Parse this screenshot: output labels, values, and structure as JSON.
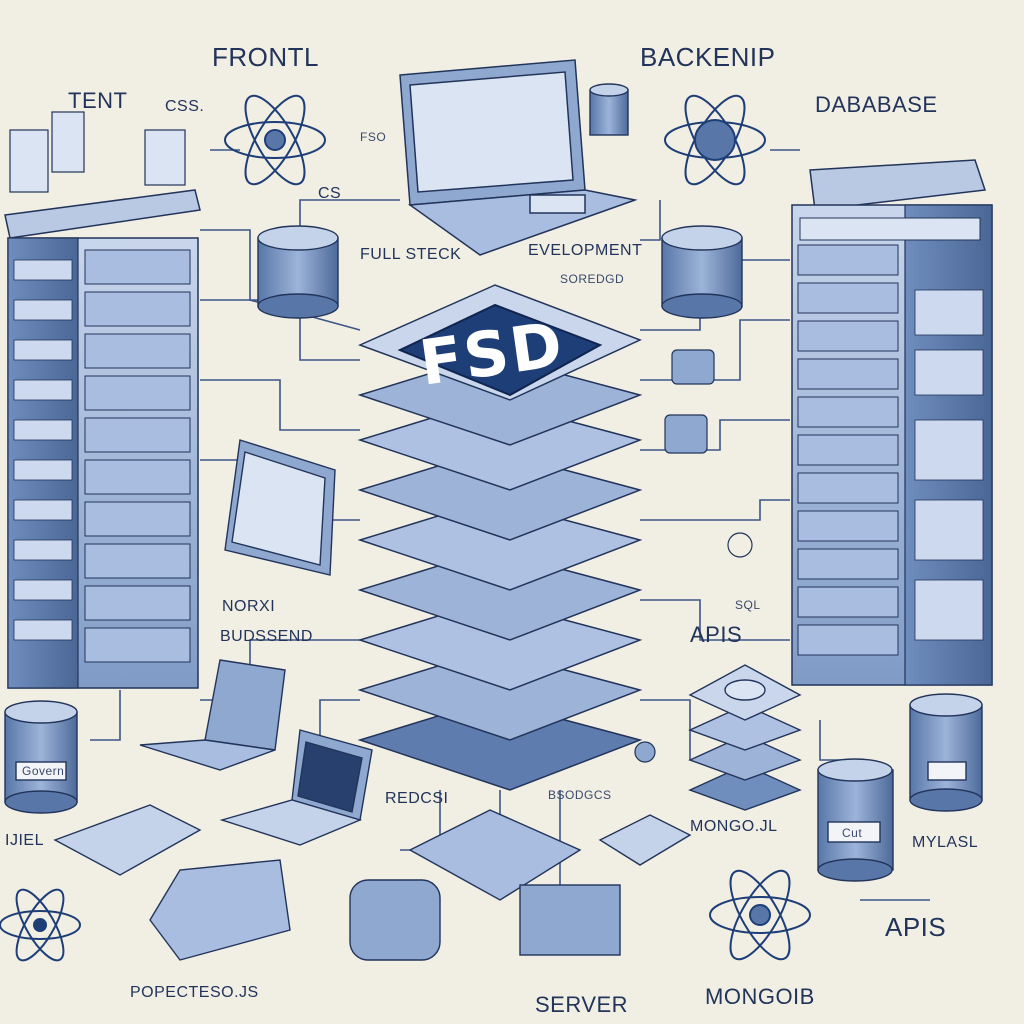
{
  "labels": {
    "frontend": "FRONTL",
    "backend": "BACKENIP",
    "database": "DABABASE",
    "html_partial": "TENT",
    "css_top": "CSS.",
    "css_small": "CS",
    "full_stack": "FULL STECK",
    "development": "EVELOPMENT",
    "sub_code": "SOREDGD",
    "nodejs": "NORXI",
    "backend_small": "BUDSSEND",
    "apis_mid": "APIS",
    "sql_small": "SQL",
    "mongo_jl": "MONGO.JL",
    "mysql": "MYLASL",
    "apis_bottom": "APIS",
    "server": "SERVER",
    "mongodb": "MONGOIB",
    "express_js": "POPECTESO.JS",
    "react": "REDCSI",
    "bsodgcs": "BSODGCS",
    "html_left": "IJIEL",
    "fsd_badge": "FSD",
    "fso_small": "FSO",
    "db_tag_left": "Govern",
    "db_tag_right": "Cut"
  },
  "colors": {
    "background": "#f1eee4",
    "ink": "#22345a",
    "panel_blue": "#8fa8cf",
    "panel_light": "#c4d3ea",
    "panel_dark": "#4a6796",
    "badge": "#1e3e78"
  }
}
